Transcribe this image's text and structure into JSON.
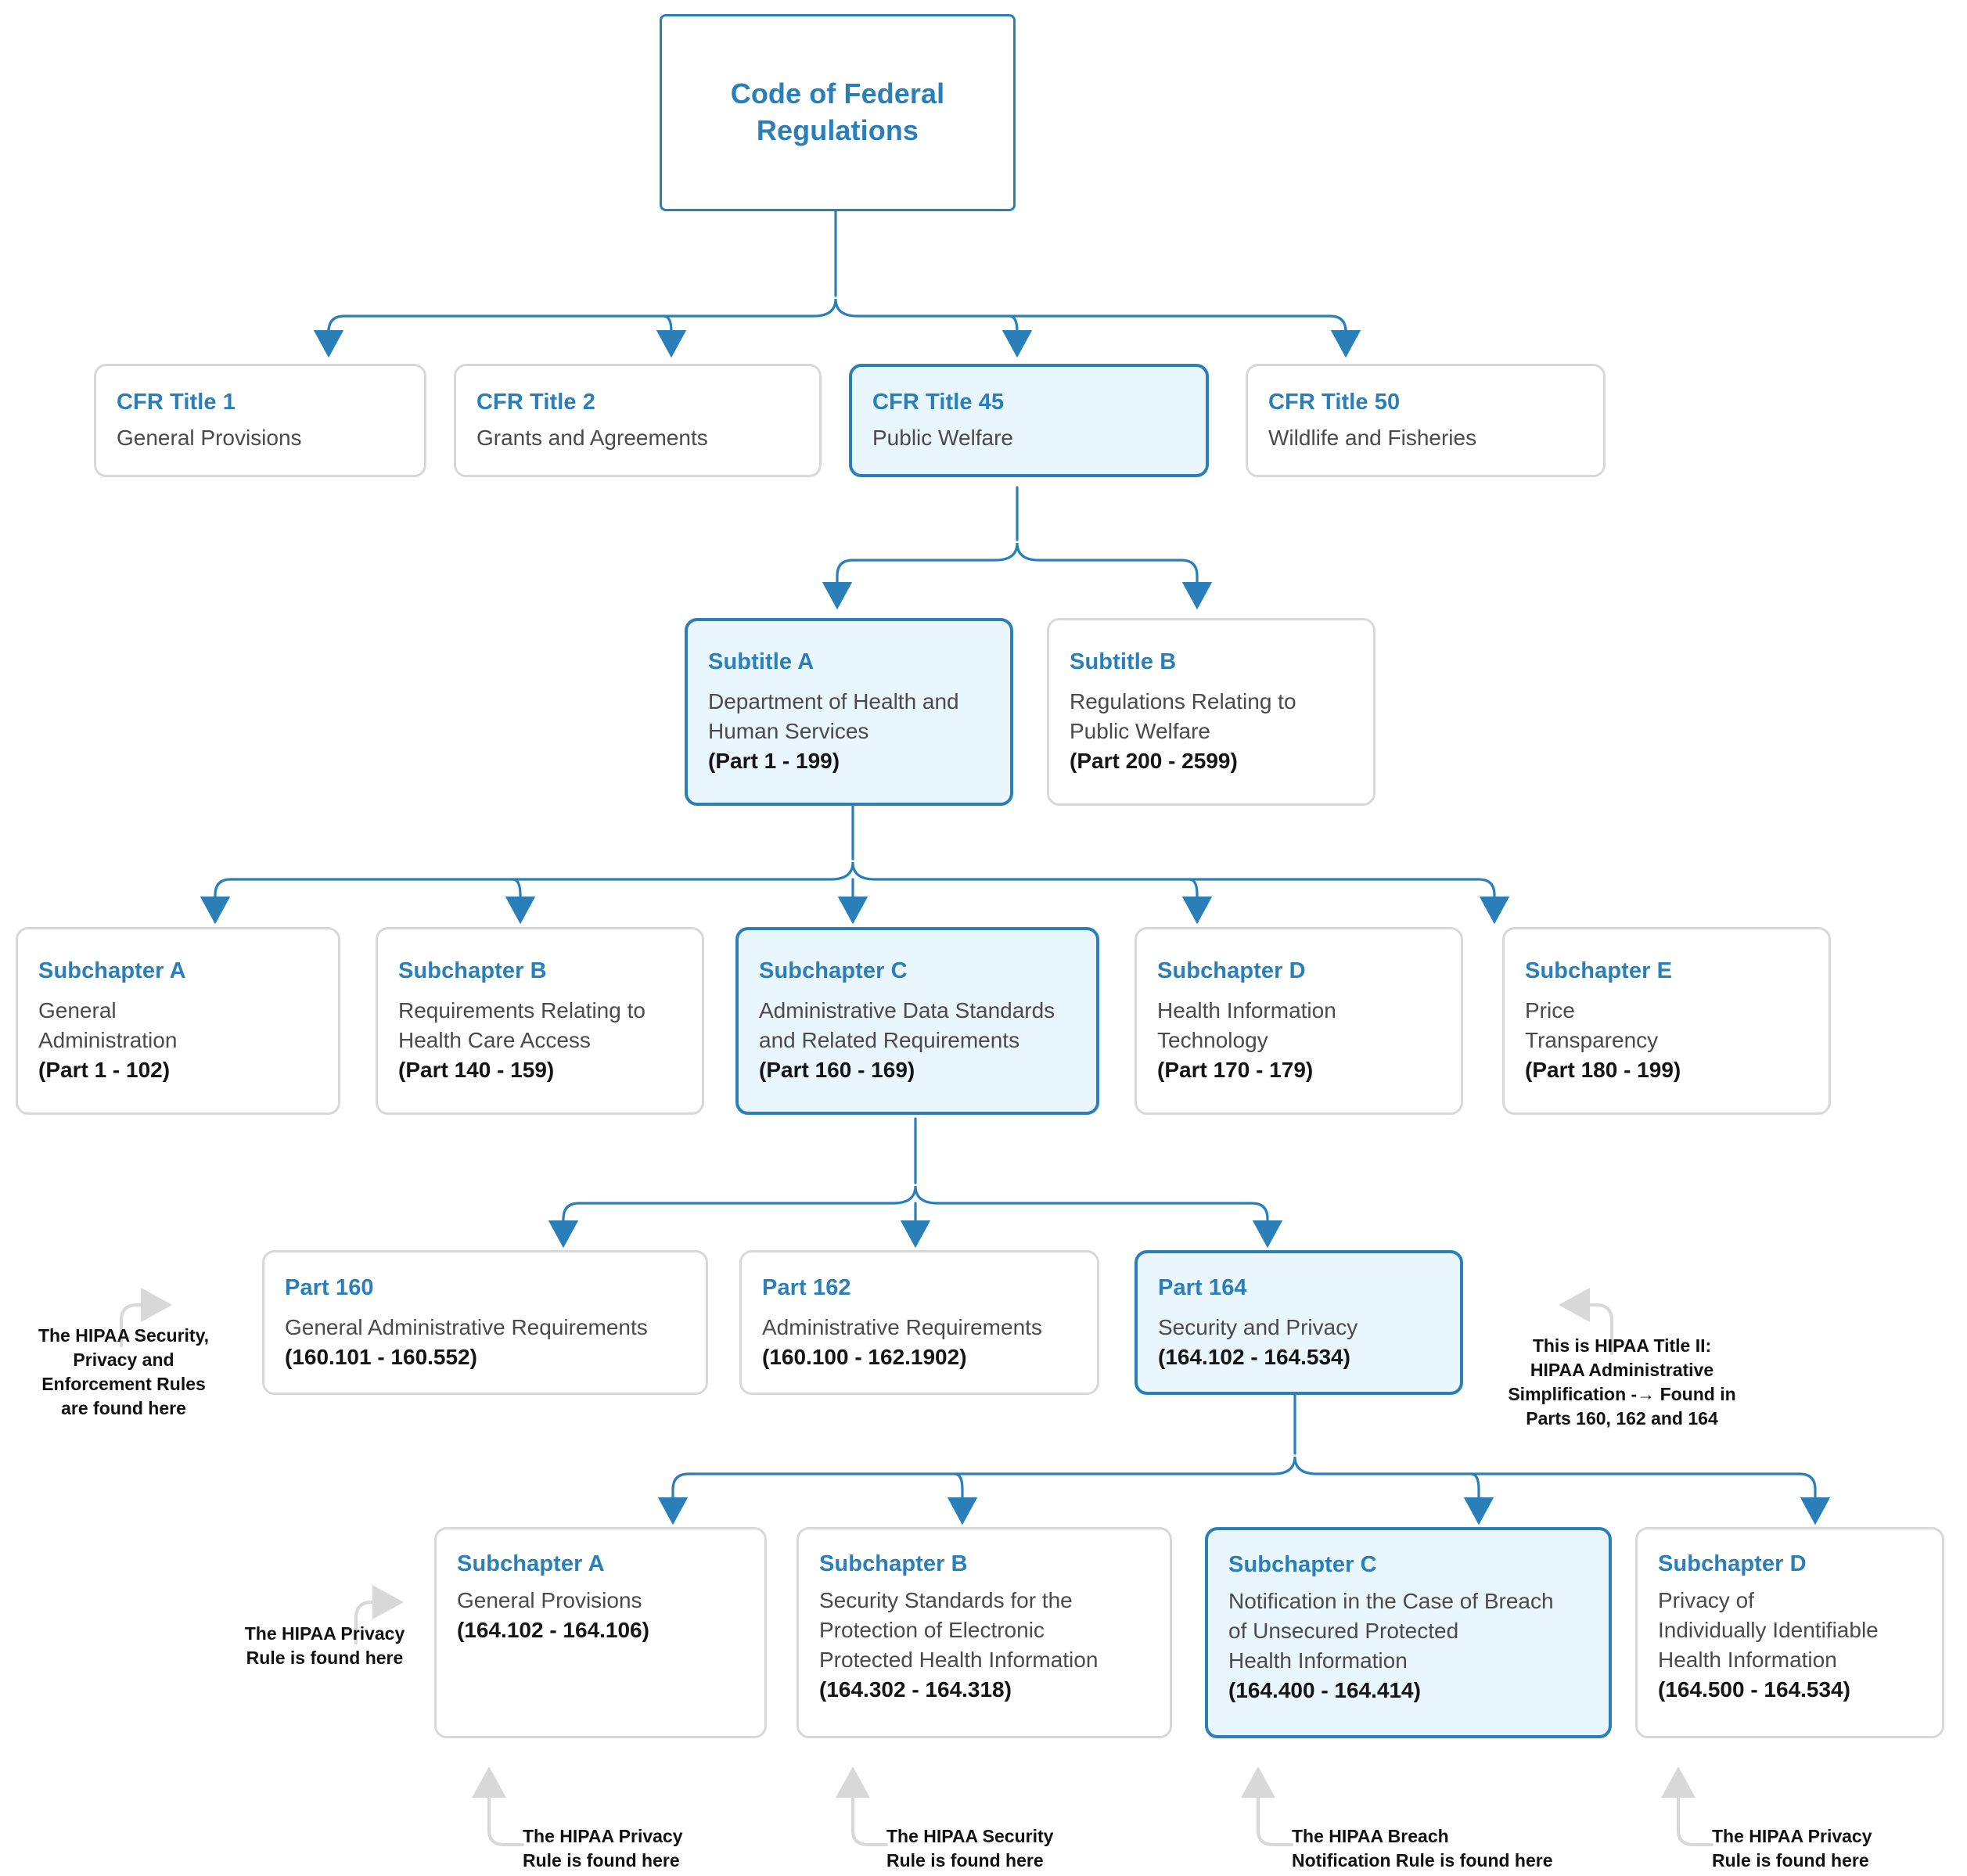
{
  "diagram": {
    "title": "Code of Federal Regulations hierarchy to HIPAA rules",
    "colors": {
      "accent": "#2a7fb8",
      "highlight_fill": "#e9f6fd",
      "box_border": "#d8d8d8",
      "connector": "#2a7fb8",
      "annotation_arrow": "#d8d8d8",
      "body_text": "#4a4a4a",
      "range_text": "#151515"
    },
    "root": {
      "label": "Code of Federal\nRegulations",
      "line1": "Code of Federal",
      "line2": "Regulations",
      "highlighted": false
    },
    "titles_row": [
      {
        "title": "CFR Title 1",
        "desc": "General Provisions",
        "highlighted": false
      },
      {
        "title": "CFR Title 2",
        "desc": "Grants and Agreements",
        "highlighted": false
      },
      {
        "title": "CFR Title 45",
        "desc": "Public Welfare",
        "highlighted": true
      },
      {
        "title": "CFR Title 50",
        "desc": "Wildlife and Fisheries",
        "highlighted": false
      }
    ],
    "subtitles_row": [
      {
        "title": "Subtitle A",
        "desc_line1": "Department of Health and",
        "desc_line2": "Human Services",
        "range": "(Part 1 - 199)",
        "highlighted": true
      },
      {
        "title": "Subtitle B",
        "desc_line1": "Regulations Relating to",
        "desc_line2": "Public Welfare",
        "range": "(Part 200 - 2599)",
        "highlighted": false
      }
    ],
    "subchapters_row": [
      {
        "title": "Subchapter A",
        "desc_line1": "General",
        "desc_line2": "Administration",
        "range": "(Part 1 - 102)",
        "highlighted": false
      },
      {
        "title": "Subchapter B",
        "desc_line1": "Requirements Relating to",
        "desc_line2": "Health Care Access",
        "range": "(Part 140 - 159)",
        "highlighted": false
      },
      {
        "title": "Subchapter C",
        "desc_line1": "Administrative Data Standards",
        "desc_line2": "and Related Requirements",
        "range": "(Part 160 - 169)",
        "highlighted": true
      },
      {
        "title": "Subchapter D",
        "desc_line1": "Health Information",
        "desc_line2": "Technology",
        "range": "(Part 170 - 179)",
        "highlighted": false
      },
      {
        "title": "Subchapter E",
        "desc_line1": "Price",
        "desc_line2": "Transparency",
        "range": "(Part 180 - 199)",
        "highlighted": false
      }
    ],
    "parts_row": [
      {
        "title": "Part 160",
        "desc": "General Administrative Requirements",
        "range": "(160.101 - 160.552)",
        "highlighted": false
      },
      {
        "title": "Part 162",
        "desc": "Administrative Requirements",
        "range": "(160.100 - 162.1902)",
        "highlighted": false
      },
      {
        "title": "Part 164",
        "desc": "Security and Privacy",
        "range": "(164.102 - 164.534)",
        "highlighted": true
      }
    ],
    "part164_subchapters_row": [
      {
        "title": "Subchapter A",
        "desc_line1": "General Provisions",
        "desc_line2": "",
        "desc_line3": "",
        "range": "(164.102 - 164.106)",
        "highlighted": false
      },
      {
        "title": "Subchapter B",
        "desc_line1": "Security Standards for the",
        "desc_line2": "Protection of Electronic",
        "desc_line3": "Protected Health Information",
        "range": "(164.302 - 164.318)",
        "highlighted": false
      },
      {
        "title": "Subchapter C",
        "desc_line1": "Notification in the Case of Breach",
        "desc_line2": "of Unsecured Protected",
        "desc_line3": "Health Information",
        "range": "(164.400 - 164.414)",
        "highlighted": true
      },
      {
        "title": "Subchapter D",
        "desc_line1": "Privacy of",
        "desc_line2": "Individually Identifiable",
        "desc_line3": "Health Information",
        "range": "(164.500 - 164.534)",
        "highlighted": false
      }
    ],
    "annotations": {
      "part160_note": "The HIPAA Security,\nPrivacy and\nEnforcement Rules\nare found here",
      "part164_note": "This is HIPAA Title II:\nHIPAA Administrative\nSimplification -→ Found in\nParts 160, 162 and 164",
      "sub_a_left_note": "The HIPAA Privacy\nRule is found here",
      "bottom_a_note": "The HIPAA Privacy\nRule is found here",
      "bottom_b_note": "The HIPAA Security\nRule is found here",
      "bottom_c_note": "The HIPAA Breach\nNotification Rule is found here",
      "bottom_d_note": "The HIPAA Privacy\nRule is found here"
    }
  }
}
